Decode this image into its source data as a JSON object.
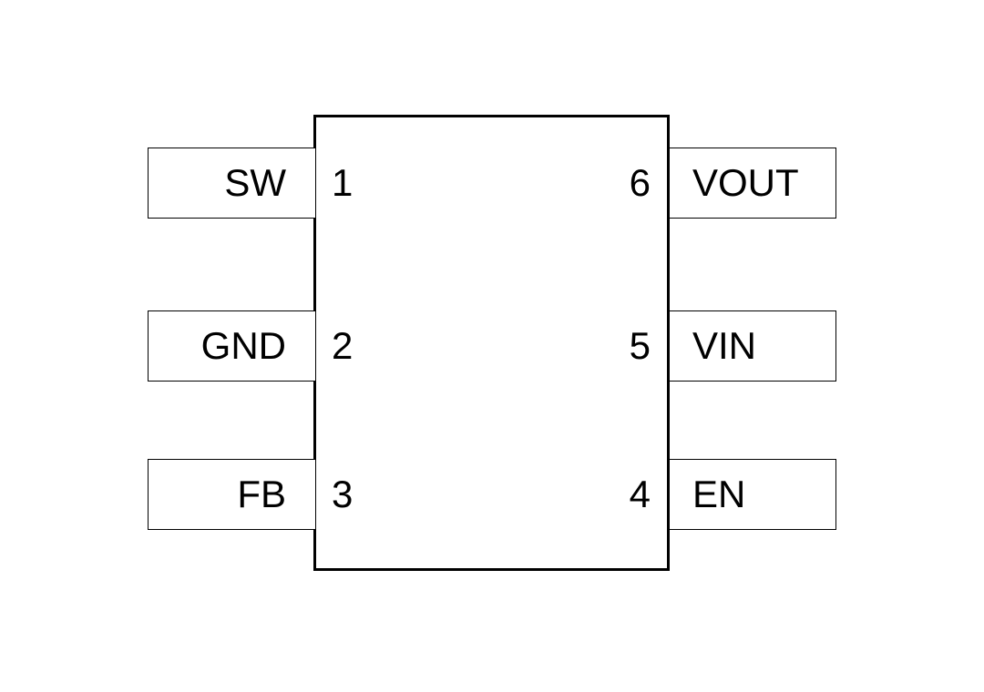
{
  "diagram": {
    "type": "ic-pinout",
    "pin_count": 6,
    "colors": {
      "background": "#ffffff",
      "line": "#000000",
      "text": "#000000"
    },
    "pins": {
      "left": [
        {
          "number": "1",
          "label": "SW"
        },
        {
          "number": "2",
          "label": "GND"
        },
        {
          "number": "3",
          "label": "FB"
        }
      ],
      "right": [
        {
          "number": "6",
          "label": "VOUT"
        },
        {
          "number": "5",
          "label": "VIN"
        },
        {
          "number": "4",
          "label": "EN"
        }
      ]
    }
  }
}
